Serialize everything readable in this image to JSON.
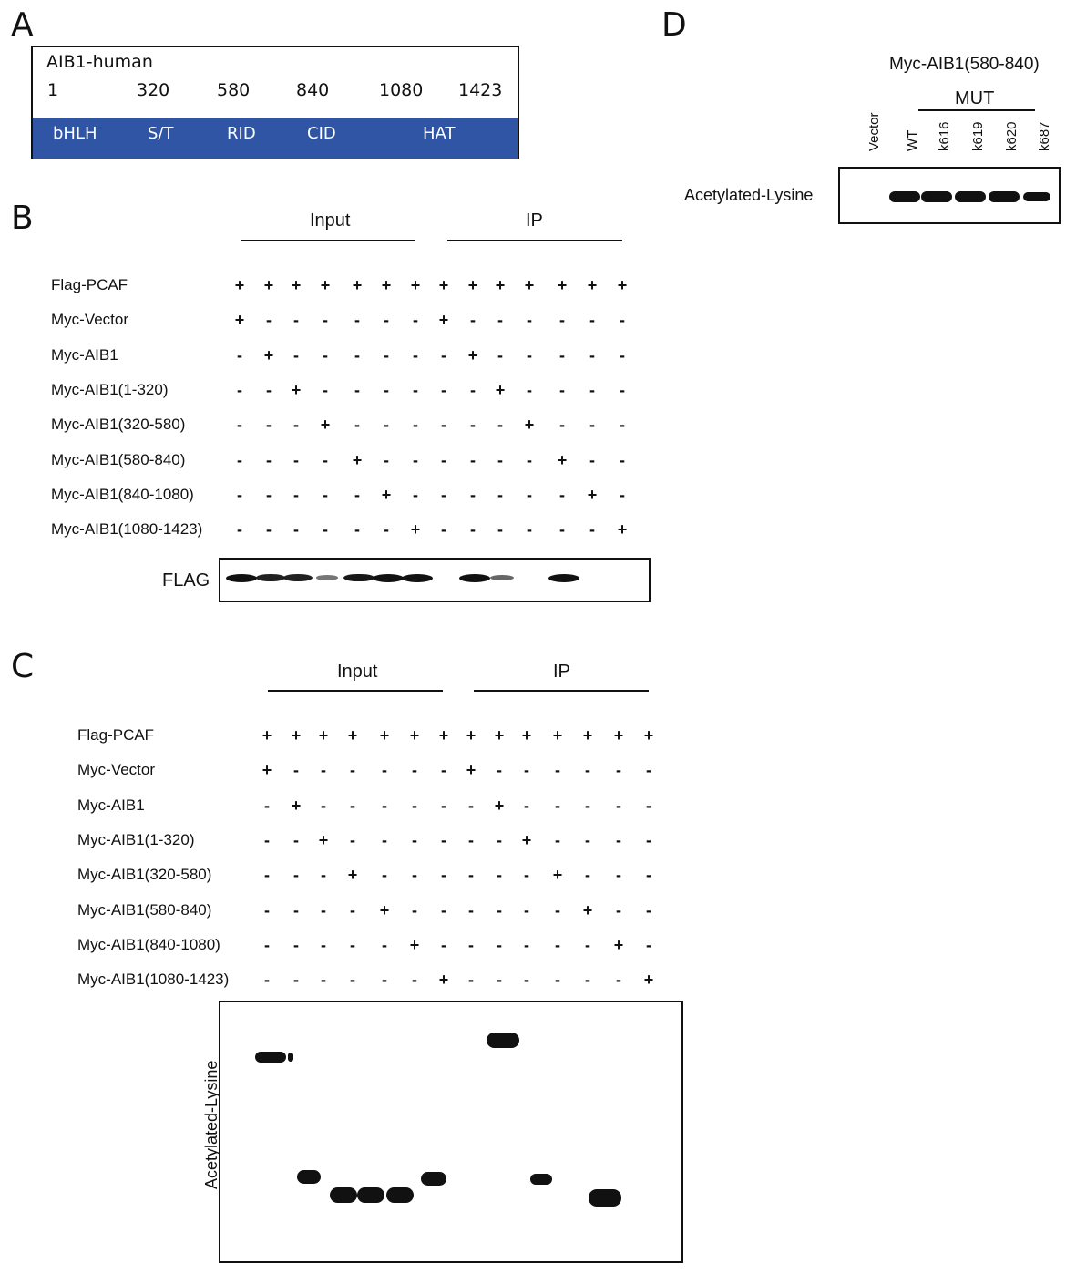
{
  "panels": {
    "a": "A",
    "b": "B",
    "c": "C",
    "d": "D"
  },
  "panel_a": {
    "title": "AIB1-human",
    "positions": [
      "1",
      "320",
      "580",
      "840",
      "1080",
      "1423"
    ],
    "domains": [
      "bHLH",
      "S/T",
      "RID",
      "CID",
      "HAT"
    ],
    "bar_color": "#2f55a4"
  },
  "panel_b": {
    "headers": {
      "input": "Input",
      "ip": "IP"
    },
    "rows": [
      {
        "label": "Flag-PCAF",
        "signs": [
          "+",
          "+",
          "+",
          "+",
          "+",
          "+",
          "+",
          "+",
          "+",
          "+",
          "+",
          "+",
          "+",
          "+"
        ]
      },
      {
        "label": "Myc-Vector",
        "signs": [
          "+",
          "-",
          "-",
          "-",
          "-",
          "-",
          "-",
          "+",
          "-",
          "-",
          "-",
          "-",
          "-",
          "-"
        ]
      },
      {
        "label": "Myc-AIB1",
        "signs": [
          "-",
          "+",
          "-",
          "-",
          "-",
          "-",
          "-",
          "-",
          "+",
          "-",
          "-",
          "-",
          "-",
          "-"
        ]
      },
      {
        "label": "Myc-AIB1(1-320)",
        "signs": [
          "-",
          "-",
          "+",
          "-",
          "-",
          "-",
          "-",
          "-",
          "-",
          "+",
          "-",
          "-",
          "-",
          "-"
        ]
      },
      {
        "label": "Myc-AIB1(320-580)",
        "signs": [
          "-",
          "-",
          "-",
          "+",
          "-",
          "-",
          "-",
          "-",
          "-",
          "-",
          "+",
          "-",
          "-",
          "-"
        ]
      },
      {
        "label": "Myc-AIB1(580-840)",
        "signs": [
          "-",
          "-",
          "-",
          "-",
          "+",
          "-",
          "-",
          "-",
          "-",
          "-",
          "-",
          "+",
          "-",
          "-"
        ]
      },
      {
        "label": "Myc-AIB1(840-1080)",
        "signs": [
          "-",
          "-",
          "-",
          "-",
          "-",
          "+",
          "-",
          "-",
          "-",
          "-",
          "-",
          "-",
          "+",
          "-"
        ]
      },
      {
        "label": "Myc-AIB1(1080-1423)",
        "signs": [
          "-",
          "-",
          "-",
          "-",
          "-",
          "-",
          "+",
          "-",
          "-",
          "-",
          "-",
          "-",
          "-",
          "+"
        ]
      }
    ],
    "blot_label": "FLAG",
    "band_intensity": [
      1,
      0.9,
      0.9,
      0.35,
      0.95,
      1,
      1,
      0,
      1,
      0.45,
      0,
      1,
      0,
      0
    ]
  },
  "panel_c": {
    "headers": {
      "input": "Input",
      "ip": "IP"
    },
    "rows": [
      {
        "label": "Flag-PCAF",
        "signs": [
          "+",
          "+",
          "+",
          "+",
          "+",
          "+",
          "+",
          "+",
          "+",
          "+",
          "+",
          "+",
          "+",
          "+"
        ]
      },
      {
        "label": "Myc-Vector",
        "signs": [
          "+",
          "-",
          "-",
          "-",
          "-",
          "-",
          "-",
          "+",
          "-",
          "-",
          "-",
          "-",
          "-",
          "-"
        ]
      },
      {
        "label": "Myc-AIB1",
        "signs": [
          "-",
          "+",
          "-",
          "-",
          "-",
          "-",
          "-",
          "-",
          "+",
          "-",
          "-",
          "-",
          "-",
          "-"
        ]
      },
      {
        "label": "Myc-AIB1(1-320)",
        "signs": [
          "-",
          "-",
          "+",
          "-",
          "-",
          "-",
          "-",
          "-",
          "-",
          "+",
          "-",
          "-",
          "-",
          "-"
        ]
      },
      {
        "label": "Myc-AIB1(320-580)",
        "signs": [
          "-",
          "-",
          "-",
          "+",
          "-",
          "-",
          "-",
          "-",
          "-",
          "-",
          "+",
          "-",
          "-",
          "-"
        ]
      },
      {
        "label": "Myc-AIB1(580-840)",
        "signs": [
          "-",
          "-",
          "-",
          "-",
          "+",
          "-",
          "-",
          "-",
          "-",
          "-",
          "-",
          "+",
          "-",
          "-"
        ]
      },
      {
        "label": "Myc-AIB1(840-1080)",
        "signs": [
          "-",
          "-",
          "-",
          "-",
          "-",
          "+",
          "-",
          "-",
          "-",
          "-",
          "-",
          "-",
          "+",
          "-"
        ]
      },
      {
        "label": "Myc-AIB1(1080-1423)",
        "signs": [
          "-",
          "-",
          "-",
          "-",
          "-",
          "-",
          "+",
          "-",
          "-",
          "-",
          "-",
          "-",
          "-",
          "+"
        ]
      }
    ],
    "blot_label": "Acetylated-Lysine"
  },
  "panel_d": {
    "title": "Myc-AIB1(580-840)",
    "group_label": "MUT",
    "lanes": [
      "Vector",
      "WT",
      "k616",
      "k619",
      "k620",
      "k687"
    ],
    "blot_label": "Acetylated-Lysine",
    "band_intensity": [
      0,
      1,
      1,
      1,
      1,
      0.6
    ]
  }
}
